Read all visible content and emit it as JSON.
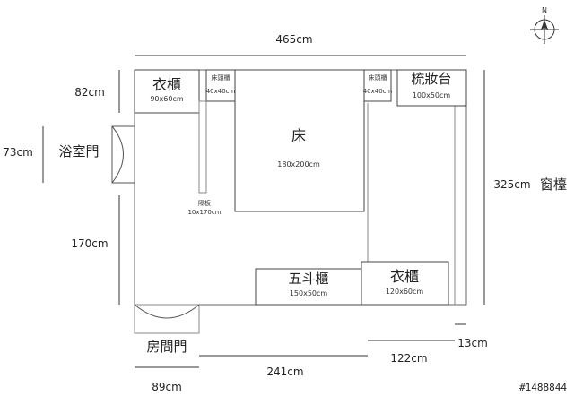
{
  "compass": {
    "north": "N"
  },
  "dimensions": {
    "top_width": "465cm",
    "left_top": "82cm",
    "bathroom_door_width": "73cm",
    "left_lower": "170cm",
    "right_height": "325cm",
    "bottom_middle": "241cm",
    "bottom_right": "122cm",
    "bottom_corner": "13cm",
    "door_width": "89cm"
  },
  "labels": {
    "window": "窗檯",
    "bathroom_door": "浴室門",
    "room_door": "房間門"
  },
  "furniture": {
    "wardrobe_top": {
      "name": "衣櫃",
      "size": "90x60cm"
    },
    "nightstand_left": {
      "name": "床頭櫃",
      "size": "40x40cm"
    },
    "bed": {
      "name": "床",
      "size": "180x200cm"
    },
    "nightstand_right": {
      "name": "床頭櫃",
      "size": "40x40cm"
    },
    "vanity": {
      "name": "梳妝台",
      "size": "100x50cm"
    },
    "partition": {
      "name": "隔板",
      "size": "10x170cm"
    },
    "dresser": {
      "name": "五斗櫃",
      "size": "150x50cm"
    },
    "wardrobe_bottom": {
      "name": "衣櫃",
      "size": "120x60cm"
    }
  },
  "watermark": "#1488844"
}
